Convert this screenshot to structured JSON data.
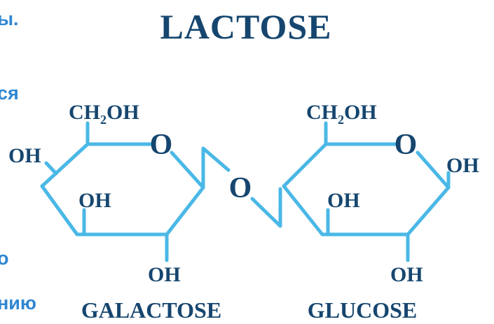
{
  "colors": {
    "bond": "#4ab8e6",
    "label": "#16466f",
    "fragment": "#2f86d1",
    "background": "#ffffff"
  },
  "title": "LACTOSE",
  "fragments": {
    "f1": "ы.",
    "f2": "ся",
    "f3": "о",
    "f4": "нию"
  },
  "galactose": {
    "name": "GALACTOSE",
    "ch2": "CH",
    "ch2_sub": "2",
    "ch2_oh": "OH",
    "ring_o": "O",
    "oh_left": "OH",
    "oh_inner": "OH",
    "oh_bottom": "OH"
  },
  "glycosidic_o": "O",
  "glucose": {
    "name": "GLUCOSE",
    "ch2": "CH",
    "ch2_sub": "2",
    "ch2_oh": "OH",
    "ring_o": "O",
    "oh_right": "OH",
    "oh_inner": "OH",
    "oh_bottom": "OH"
  }
}
